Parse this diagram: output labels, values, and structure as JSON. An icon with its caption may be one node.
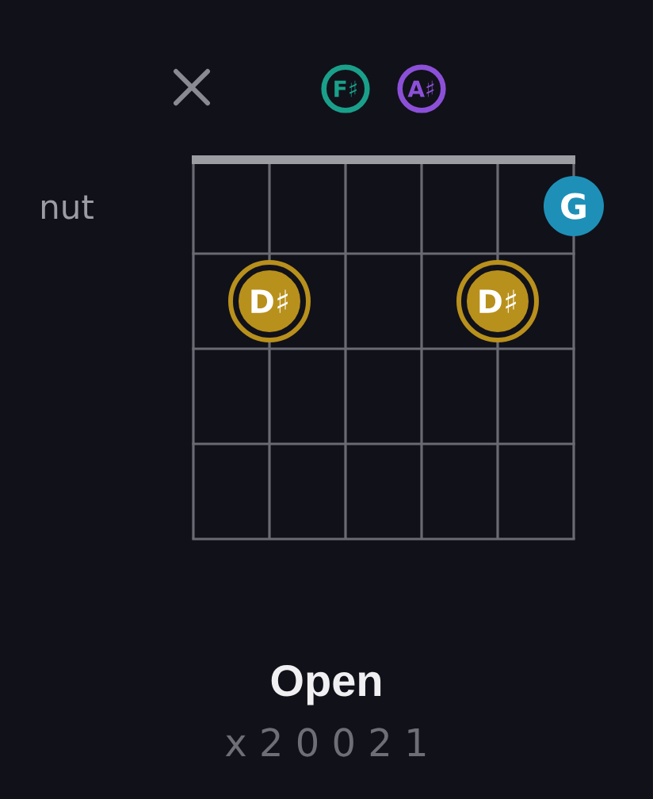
{
  "diagram": {
    "title": "Open",
    "nodes": [
      {
        "text": [
          "F♯"
        ]
      },
      {
        "text": [
          "A♯"
        ]
      },
      {
        "text": [
          "G"
        ]
      },
      {
        "text": [
          "D♯"
        ]
      },
      {
        "text": [
          "D♯"
        ]
      }
    ],
    "labels": [
      "nut",
      "x 2 0 0 2 1"
    ]
  }
}
